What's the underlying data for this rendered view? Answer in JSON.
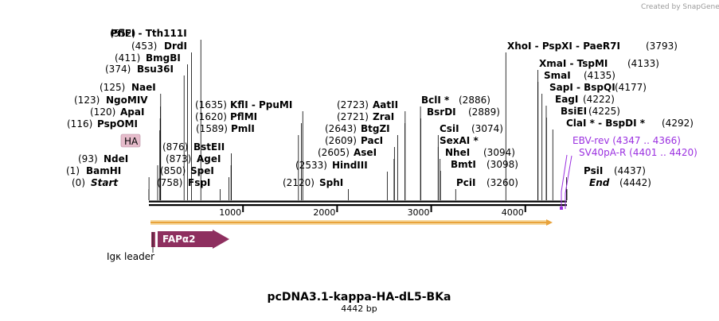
{
  "credit": "Created by SnapGene",
  "title": "pcDNA3.1-kappa-HA-dL5-BKa",
  "length_label": "4442 bp",
  "total_bp": 4442,
  "ruler_ticks": [
    "1000",
    "2000",
    "3000",
    "4000"
  ],
  "tick_values": [
    1000,
    2000,
    3000,
    4000
  ],
  "colors": {
    "backbone": "#000000",
    "orf_arrow": "#e8a33c",
    "fap": "#8e2f5f",
    "ha_box": "#e6bccb",
    "primer": "#9b30e0",
    "leader": "#9a3b66"
  },
  "sites": [
    {
      "id": "pfifi",
      "pos": "(552)",
      "text": "PflFI  -  Tth111I",
      "bp": 552
    },
    {
      "id": "drdi",
      "pos": "(453)",
      "text": "DrdI",
      "bp": 453
    },
    {
      "id": "bmgbi",
      "pos": "(411)",
      "text": "BmgBI",
      "bp": 411
    },
    {
      "id": "bsu36i",
      "pos": "(374)",
      "text": "Bsu36I",
      "bp": 374
    },
    {
      "id": "naei",
      "pos": "(125)",
      "text": "NaeI",
      "bp": 125
    },
    {
      "id": "ngomiv",
      "pos": "(123)",
      "text": "NgoMIV",
      "bp": 123
    },
    {
      "id": "apai",
      "pos": "(120)",
      "text": "ApaI",
      "bp": 120
    },
    {
      "id": "pspomi",
      "pos": "(116)",
      "text": "PspOMI",
      "bp": 116
    },
    {
      "id": "ndei",
      "pos": "(93)",
      "text": "NdeI",
      "bp": 93
    },
    {
      "id": "bamhi",
      "pos": "(1)",
      "text": "BamHI",
      "bp": 1
    },
    {
      "id": "start",
      "pos": "(0)",
      "text": "Start",
      "bp": 0,
      "italic": true
    },
    {
      "id": "bsteii",
      "pos": "(876)",
      "text": "BstEII",
      "bp": 876
    },
    {
      "id": "agei",
      "pos": "(873)",
      "text": "AgeI",
      "bp": 873
    },
    {
      "id": "spei",
      "pos": "(850)",
      "text": "SpeI",
      "bp": 850
    },
    {
      "id": "fspi",
      "pos": "(758)",
      "text": "FspI",
      "bp": 758
    },
    {
      "id": "kfli",
      "pos": "(1635)",
      "text": "KflI  -  PpuMI",
      "bp": 1635
    },
    {
      "id": "pflmi",
      "pos": "(1620)",
      "text": "PflMI",
      "bp": 1620
    },
    {
      "id": "pmli",
      "pos": "(1589)",
      "text": "PmlI",
      "bp": 1589
    },
    {
      "id": "hindiii",
      "pos": "(2533)",
      "text": "HindIII",
      "bp": 2533
    },
    {
      "id": "sphi",
      "pos": "(2120)",
      "text": "SphI",
      "bp": 2120
    },
    {
      "id": "aatii",
      "pos": "(2723)",
      "text": "AatII",
      "bp": 2723
    },
    {
      "id": "zrai",
      "pos": "(2721)",
      "text": "ZraI",
      "bp": 2721
    },
    {
      "id": "btgzi",
      "pos": "(2643)",
      "text": "BtgZI",
      "bp": 2643
    },
    {
      "id": "paci",
      "pos": "(2609)",
      "text": "PacI",
      "bp": 2609
    },
    {
      "id": "asei",
      "pos": "(2605)",
      "text": "AseI",
      "bp": 2605
    },
    {
      "id": "bcli",
      "pos": "(2886)",
      "text": "BclI *",
      "bp": 2886
    },
    {
      "id": "bsrdi",
      "pos": "(2889)",
      "text": "BsrDI",
      "bp": 2889
    },
    {
      "id": "csii",
      "pos": "(3074)",
      "text": "CsiI",
      "bp": 3074
    },
    {
      "id": "sexai",
      "pos": "",
      "text": "SexAI *",
      "bp": 3074
    },
    {
      "id": "nhei",
      "pos": "(3094)",
      "text": "NheI",
      "bp": 3094
    },
    {
      "id": "bmti",
      "pos": "(3098)",
      "text": "BmtI",
      "bp": 3098
    },
    {
      "id": "pcii",
      "pos": "(3260)",
      "text": "PciI",
      "bp": 3260
    },
    {
      "id": "xhoi",
      "pos": "(3793)",
      "text": "XhoI  -  PspXI  -  PaeR7I",
      "bp": 3793
    },
    {
      "id": "xmai",
      "pos": "(4133)",
      "text": "XmaI  -  TspMI",
      "bp": 4133
    },
    {
      "id": "smai",
      "pos": "(4135)",
      "text": "SmaI",
      "bp": 4135
    },
    {
      "id": "sapi",
      "pos": "(4177)",
      "text": "SapI  -  BspQI",
      "bp": 4177
    },
    {
      "id": "eagi",
      "pos": "(4222)",
      "text": "EagI",
      "bp": 4222
    },
    {
      "id": "bsiei",
      "pos": "(4225)",
      "text": "BsiEI",
      "bp": 4225
    },
    {
      "id": "clai",
      "pos": "(4292)",
      "text": "ClaI *  -  BspDI *",
      "bp": 4292
    },
    {
      "id": "psii",
      "pos": "(4437)",
      "text": "PsiI",
      "bp": 4437
    },
    {
      "id": "end",
      "pos": "(4442)",
      "text": "End",
      "bp": 4442,
      "italic": true
    }
  ],
  "primers": [
    {
      "id": "ebv-rev",
      "name": "EBV-rev",
      "range": "(4347 .. 4366)",
      "bp": 4347
    },
    {
      "id": "sv40pa-r",
      "name": "SV40pA-R",
      "range": "(4401 .. 4420)",
      "bp": 4401
    }
  ],
  "features": {
    "ha": "HA",
    "fap": "FAPα2",
    "igk": "Igκ leader"
  }
}
